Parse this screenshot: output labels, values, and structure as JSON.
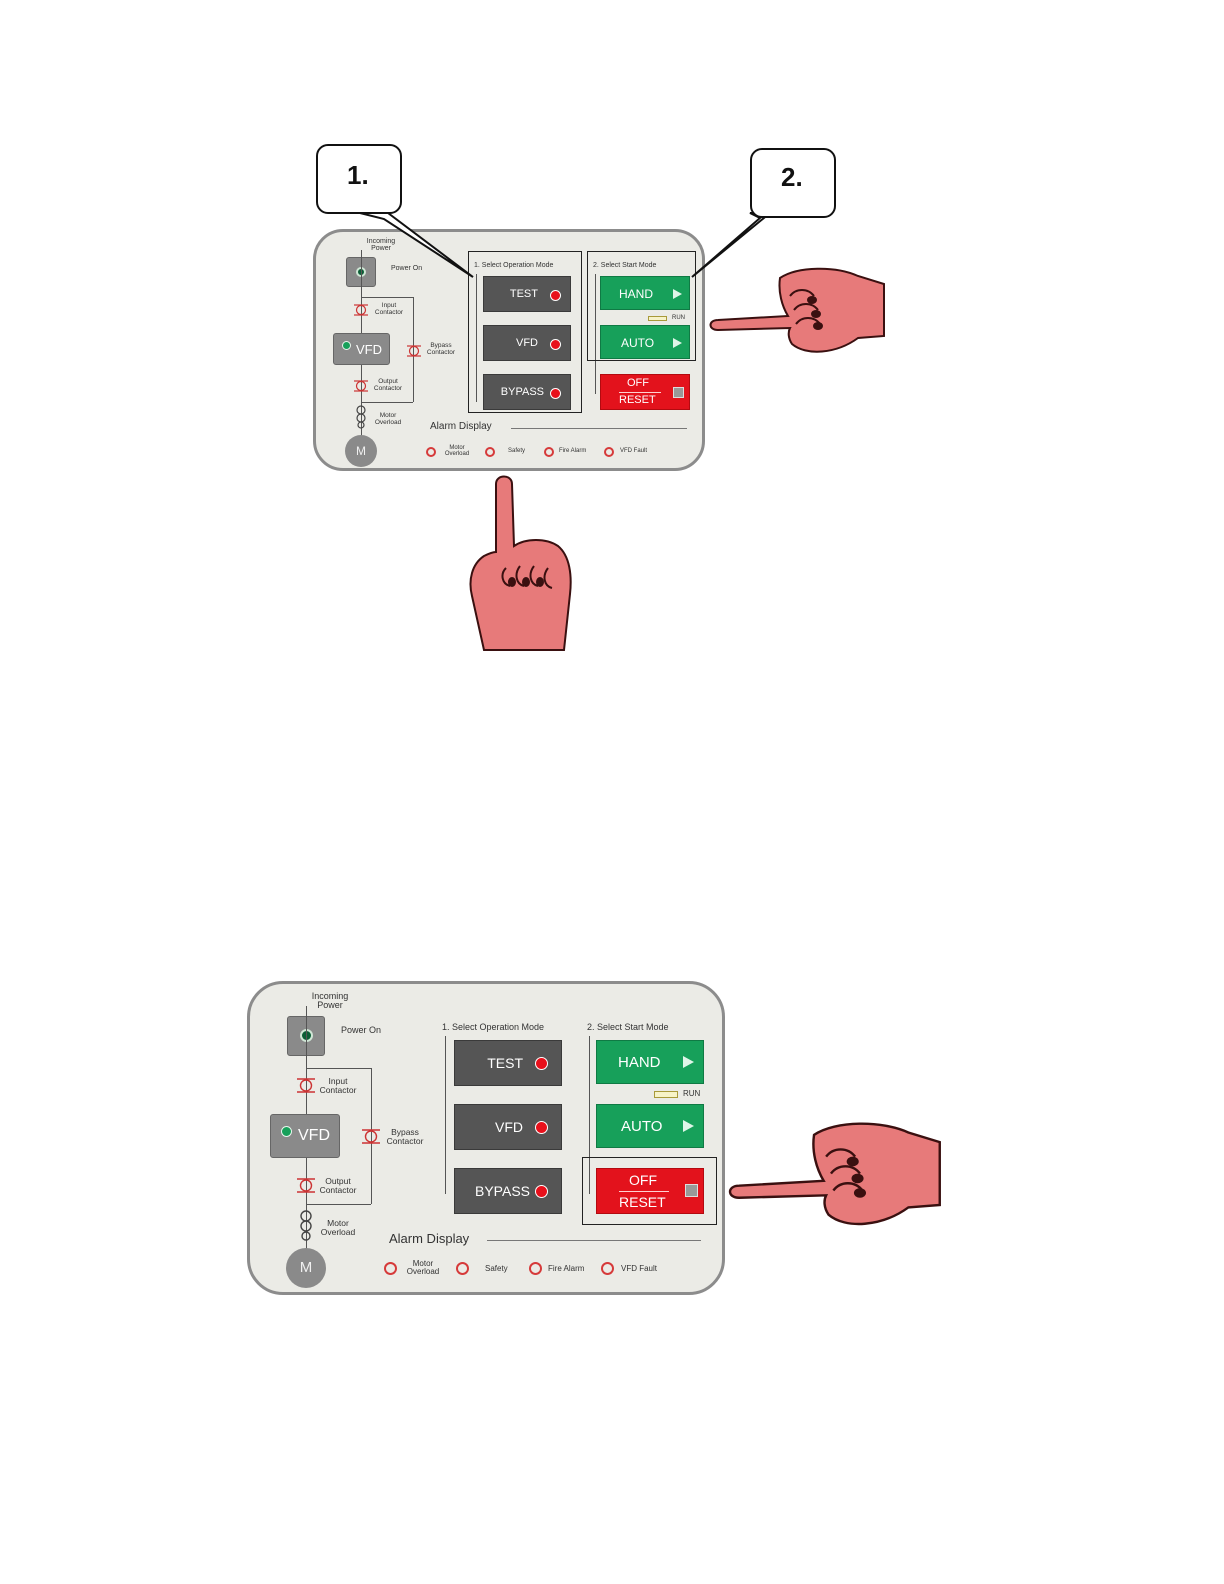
{
  "callouts": {
    "one": "1.",
    "two": "2."
  },
  "panel": {
    "incoming_power": "Incoming Power",
    "power_on": "Power On",
    "input_contactor": "Input Contactor",
    "vfd_block": "VFD",
    "bypass_contactor": "Bypass Contactor",
    "output_contactor": "Output Contactor",
    "motor_overload": "Motor Overload",
    "motor": "M",
    "operation_mode_header": "1. Select Operation Mode",
    "start_mode_header": "2. Select Start Mode",
    "buttons": {
      "test": "TEST",
      "vfd": "VFD",
      "bypass": "BYPASS",
      "hand": "HAND",
      "auto": "AUTO",
      "off": "OFF",
      "reset": "RESET",
      "run": "RUN"
    },
    "alarm_display": "Alarm Display",
    "alarms": {
      "motor_overload": "Motor Overload",
      "safety": "Safety",
      "fire_alarm": "Fire Alarm",
      "vfd_fault": "VFD Fault"
    }
  },
  "colors": {
    "panel_bg": "#ebebe6",
    "mode_button": "#555555",
    "start_button": "#17a05a",
    "stop_button": "#e3121c",
    "indicator_led": "#e8101b",
    "hand_skin": "#e77a7a"
  },
  "icons": [
    "pointing-hand-up-icon",
    "pointing-hand-left-icon",
    "play-arrow-icon",
    "contactor-icon",
    "overload-coil-icon"
  ]
}
